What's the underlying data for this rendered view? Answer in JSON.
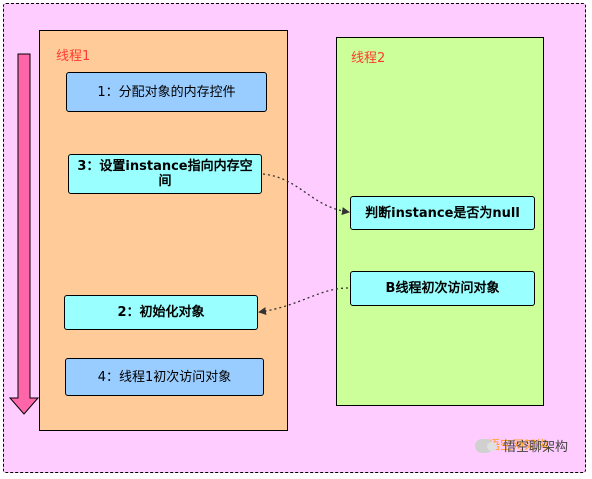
{
  "thread1": {
    "title": "线程1",
    "steps": [
      "1：分配对象的内存控件",
      "3：设置instance指向内存空间",
      "2：初始化对象",
      "4：线程1初次访问对象"
    ]
  },
  "thread2": {
    "title": "线程2",
    "steps": [
      "判断instance是否为null",
      "B线程初次访问对象"
    ]
  },
  "watermark": {
    "under_text": "语空网架构",
    "text": "悟空聊架构",
    "logo_icon": "wechat-icon"
  },
  "colors": {
    "background": "#ffccff",
    "thread1_lane": "#ffcc99",
    "thread2_lane": "#ccff99",
    "step_blue": "#99ccff",
    "step_cyan": "#99ffff",
    "title_red": "#ff3b30",
    "time_arrow": "#ff66aa"
  }
}
